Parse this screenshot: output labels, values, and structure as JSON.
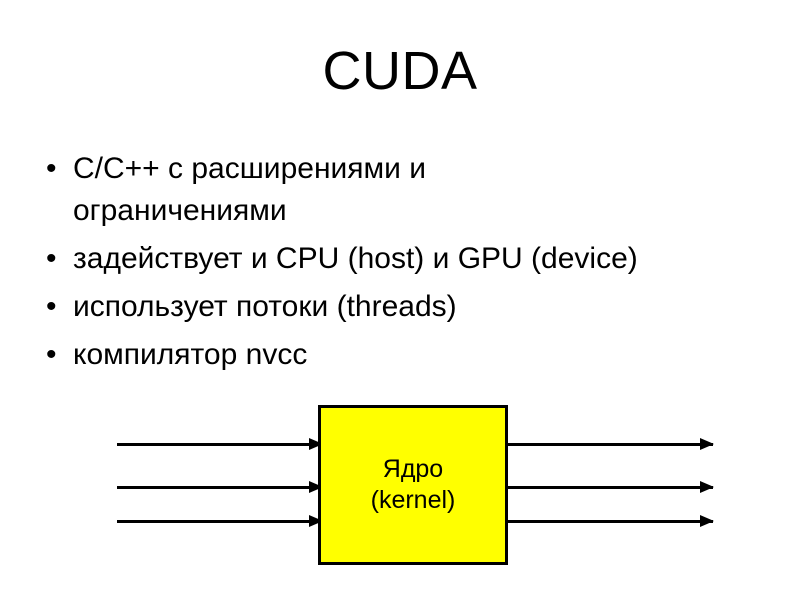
{
  "slide": {
    "title": "CUDA",
    "bullets": [
      {
        "text": "C/C++ с расширениями и ограничениями",
        "marker": "•",
        "wraps": true
      },
      {
        "text": "задействует и CPU (host) и GPU (device)",
        "marker": "•",
        "wraps": false
      },
      {
        "text": "использует потоки (threads)",
        "marker": "•",
        "wraps": false
      },
      {
        "text": "компилятор nvcc",
        "marker": "•",
        "wraps": false
      }
    ],
    "diagram": {
      "box": {
        "label_line1": "Ядро",
        "label_line2": "(kernel)",
        "fill_color": "#FFFF00",
        "border_color": "#000000"
      },
      "input_arrows": {
        "count": 3,
        "direction": "right",
        "color": "#000000"
      },
      "output_arrows": {
        "count": 3,
        "direction": "right",
        "color": "#000000"
      }
    }
  },
  "colors": {
    "background": "#FFFFFF",
    "text": "#000000",
    "accent": "#FFFF00"
  }
}
